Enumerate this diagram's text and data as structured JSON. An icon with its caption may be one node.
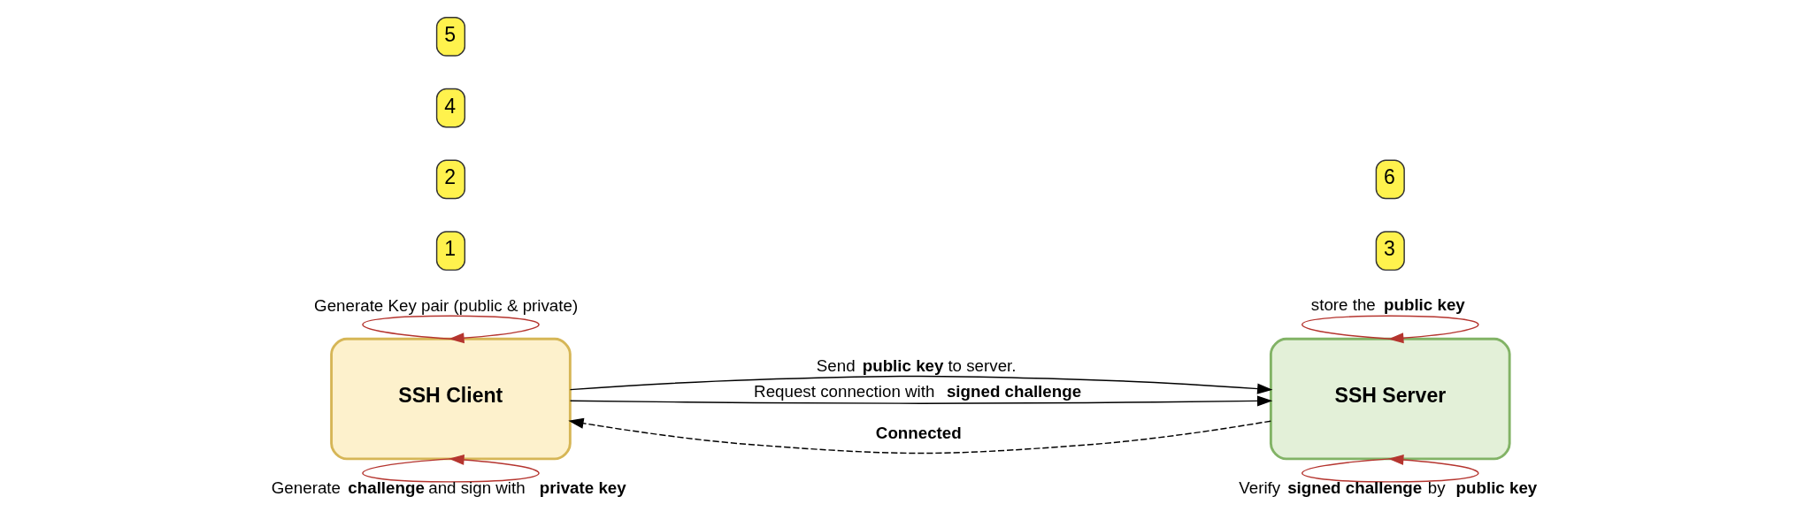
{
  "diagram": {
    "nodes": [
      {
        "text": [
          "SSH Client"
        ]
      },
      {
        "text": [
          "SSH Server"
        ]
      }
    ],
    "edges": [
      {
        "from": 0,
        "to": 0,
        "arrow": "to",
        "label": "Generate Key pair (public & private)",
        "color": "#b5352f"
      },
      {
        "from": 0,
        "to": 1,
        "arrow": "to",
        "label": "Send **public key** to server.",
        "color": "#000000"
      },
      {
        "from": 1,
        "to": 1,
        "arrow": "to",
        "label": "store the **public key**",
        "color": "#b5352f"
      },
      {
        "from": 1,
        "to": 0,
        "arrow": "to",
        "label": "**Connected**",
        "style": "dashed",
        "color": "#000000"
      },
      {
        "from": 0,
        "to": 1,
        "arrow": "to",
        "label": "Request connection with **signed challenge**",
        "color": "#000000"
      },
      {
        "from": 0,
        "to": 0,
        "arrow": "to",
        "label": "Generate **challenge** and sign with **private key**",
        "color": "#b5352f"
      },
      {
        "from": 1,
        "to": 1,
        "arrow": "to",
        "label": "Verify **signed challenge** by **public key**",
        "color": "#b5352f"
      }
    ],
    "labels": [
      "1",
      "2",
      "3",
      "4",
      "5",
      "6"
    ]
  }
}
